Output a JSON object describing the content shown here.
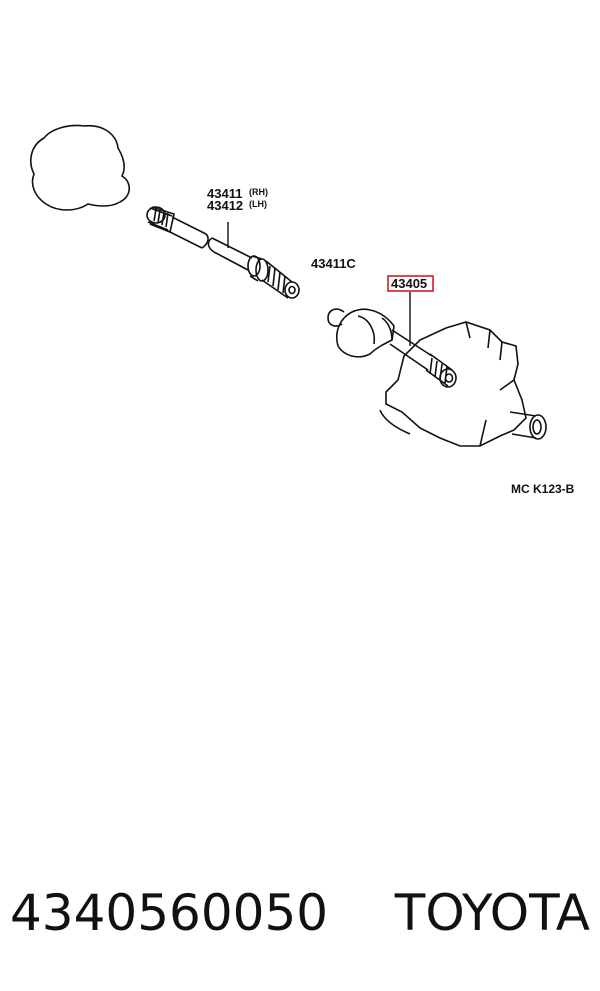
{
  "diagram": {
    "labels": {
      "part_rh": "43411",
      "part_rh_side": "(RH)",
      "part_lh": "43412",
      "part_lh_side": "(LH)",
      "snap_ring": "43411C",
      "highlighted_part": "43405",
      "figure_code": "MC  K123-B"
    },
    "highlight_color": "#d12020"
  },
  "footer": {
    "part_number": "4340560050",
    "brand": "TOYOTA"
  }
}
